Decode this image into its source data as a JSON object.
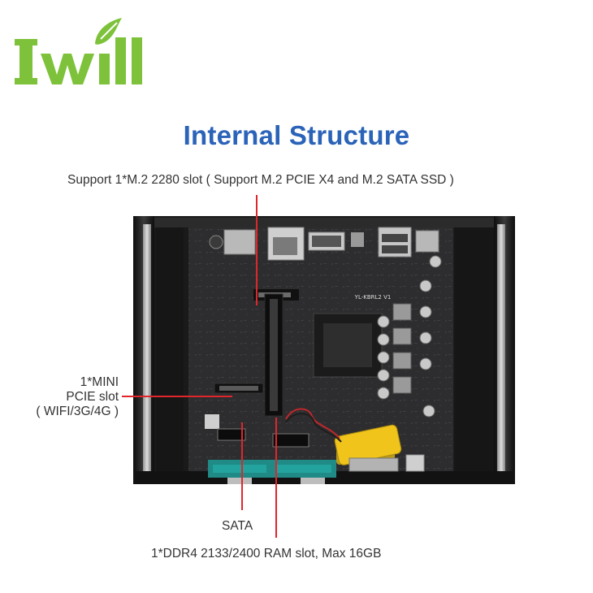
{
  "brand": {
    "logo_text": "Iwill",
    "color": "#7dc23a"
  },
  "title": "Internal Structure",
  "callouts": {
    "m2_slot": "Support 1*M.2 2280 slot ( Support M.2 PCIE X4 and M.2 SATA SSD )",
    "mini_pcie_line1": "1*MINI",
    "mini_pcie_line2": "PCIE slot",
    "mini_pcie_line3": "( WIFI/3G/4G )",
    "sata": "SATA",
    "ddr4": "1*DDR4 2133/2400 RAM slot, Max 16GB"
  },
  "board": {
    "model_text": "YL-KBRL2 V1"
  },
  "colors": {
    "title": "#2a63b8",
    "leader": "#e0262b",
    "chassis": "#1c1c1c"
  }
}
